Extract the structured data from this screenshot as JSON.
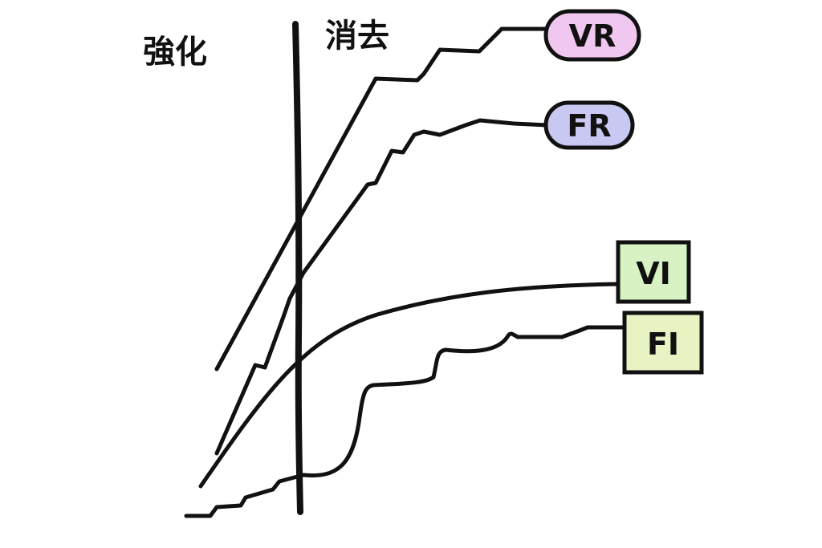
{
  "labels": {
    "reinforcement": "強化",
    "extinction": "消去"
  },
  "schedules": [
    {
      "id": "vr",
      "label": "VR",
      "color": "#f0c8ef",
      "shape": "pill"
    },
    {
      "id": "fr",
      "label": "FR",
      "color": "#c8c8f2",
      "shape": "pill"
    },
    {
      "id": "vi",
      "label": "VI",
      "color": "#d8f2c4",
      "shape": "box"
    },
    {
      "id": "fi",
      "label": "FI",
      "color": "#e8f3c4",
      "shape": "box"
    }
  ]
}
